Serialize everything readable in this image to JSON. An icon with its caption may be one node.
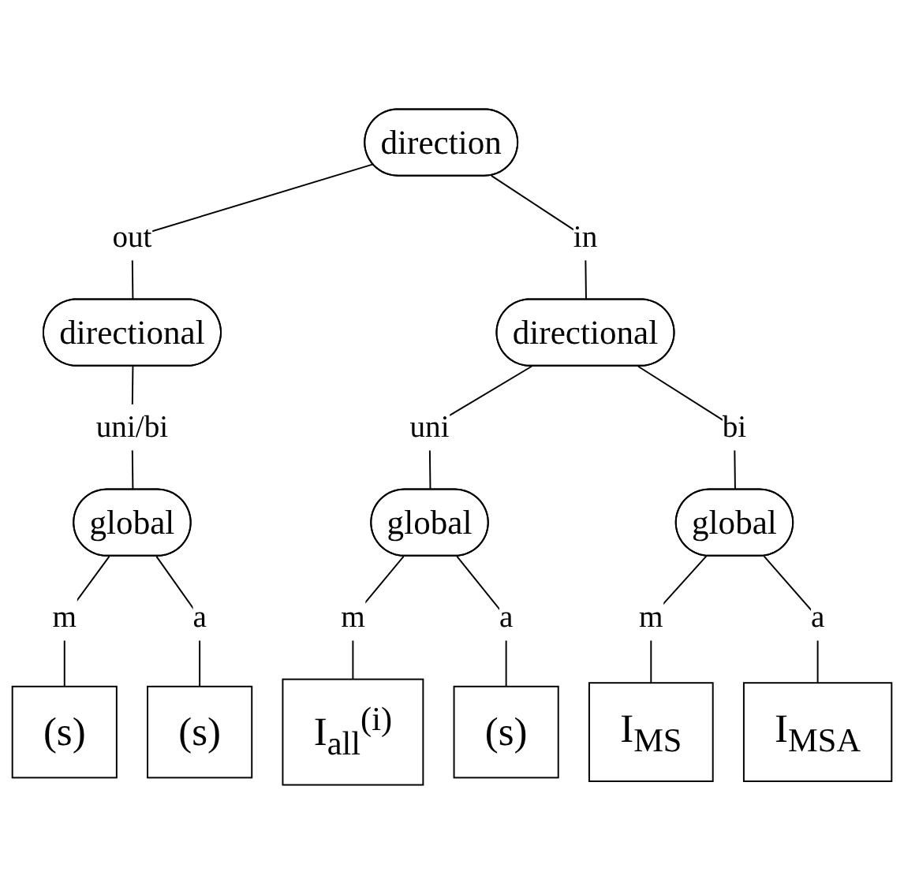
{
  "diagram": {
    "nodes": [
      {
        "text": [
          "direction"
        ]
      },
      {
        "text": [
          "directional"
        ]
      },
      {
        "text": [
          "directional"
        ]
      },
      {
        "text": [
          "global"
        ]
      },
      {
        "text": [
          "global"
        ]
      },
      {
        "text": [
          "global"
        ]
      },
      {
        "text": [
          "(s)"
        ]
      },
      {
        "text": [
          "(s)"
        ]
      },
      {
        "text": [
          "I$_{all}$$^{(i)}$"
        ]
      },
      {
        "text": [
          "(s)"
        ]
      },
      {
        "text": [
          "I$_{MS}$"
        ]
      },
      {
        "text": [
          "I$_{MSA}$"
        ]
      }
    ],
    "edges": [
      {
        "from": 0,
        "to": 1,
        "arrow": "none",
        "label": "out"
      },
      {
        "from": 0,
        "to": 2,
        "arrow": "none",
        "label": "in"
      },
      {
        "from": 1,
        "to": 3,
        "arrow": "none",
        "label": "uni/bi"
      },
      {
        "from": 2,
        "to": 4,
        "arrow": "none",
        "label": "uni"
      },
      {
        "from": 2,
        "to": 5,
        "arrow": "none",
        "label": "bi"
      },
      {
        "from": 3,
        "to": 6,
        "arrow": "none",
        "label": "m"
      },
      {
        "from": 3,
        "to": 7,
        "arrow": "none",
        "label": "a"
      },
      {
        "from": 4,
        "to": 8,
        "arrow": "none",
        "label": "m"
      },
      {
        "from": 4,
        "to": 9,
        "arrow": "none",
        "label": "a"
      },
      {
        "from": 5,
        "to": 10,
        "arrow": "none",
        "label": "m"
      },
      {
        "from": 5,
        "to": 11,
        "arrow": "none",
        "label": "a"
      }
    ]
  }
}
